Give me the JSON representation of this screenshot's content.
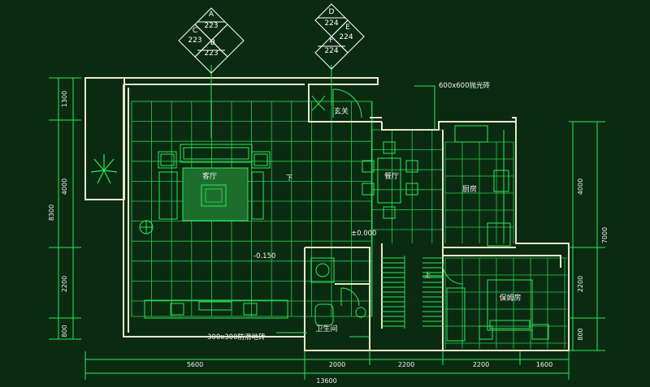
{
  "section_markers": [
    {
      "top": "A",
      "left": "C",
      "right": "B",
      "values": [
        "223",
        "223",
        "223"
      ]
    },
    {
      "top": "D",
      "left": "",
      "right": "E",
      "bottom": "F",
      "values": [
        "224",
        "224",
        "224"
      ]
    }
  ],
  "rooms": {
    "living": "客厅",
    "dining": "餐厅",
    "kitchen": "厨房",
    "entry": "玄关",
    "nanny": "保姆房",
    "bathroom": "卫生间"
  },
  "annotations": {
    "tile_large": "600x600抛光砖",
    "tile_small": "300x300防滑地砖",
    "level_zero": "±0.000",
    "level_minus": "-0.150",
    "down": "下",
    "up": "上"
  },
  "dims_left": {
    "d1": "1300",
    "d2": "4000",
    "d3": "2200",
    "d4": "800",
    "total": "8300"
  },
  "dims_right": {
    "d1": "4000",
    "d2": "2200",
    "d3": "800",
    "total": "7000"
  },
  "dims_bottom": {
    "d1": "5600",
    "d2": "2000",
    "d3": "2200",
    "d4": "2200",
    "d5": "1600",
    "total": "13600"
  },
  "colors": {
    "background": "#0b2a12",
    "wall": "#e8e8c8",
    "grid": "#2ee85a",
    "dim": "#2ee85a",
    "text": "#f2f2f2",
    "furniture": "#2ee85a",
    "marker": "#ffffff"
  }
}
